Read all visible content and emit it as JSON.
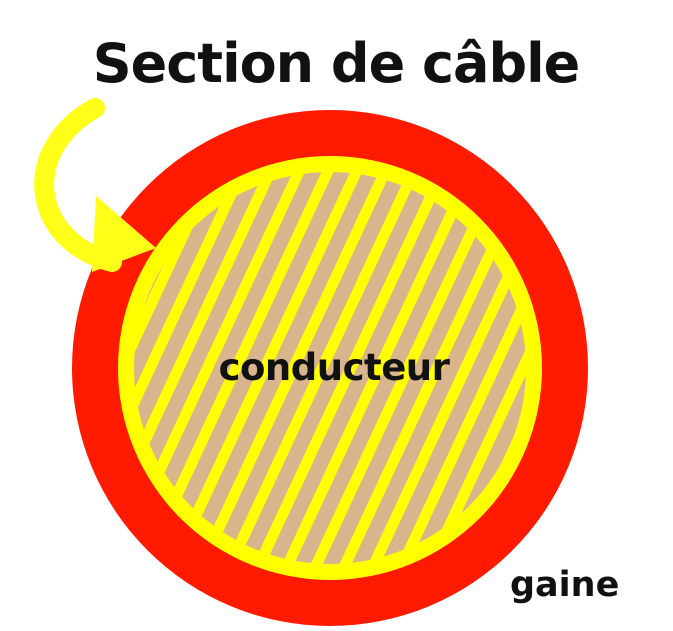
{
  "title": "Section de câble",
  "labels": {
    "conductor": "conducteur",
    "sheath": "gaine"
  },
  "colors": {
    "background": "#ffffff",
    "sheath": "#ff1a00",
    "conductor_border": "#ffff00",
    "conductor_fill": "#d9b48c",
    "stripes": "#ffff00",
    "arrow": "#ffff1a",
    "text": "#111111"
  },
  "icons": {
    "arrow": "curved-arrow-icon"
  }
}
